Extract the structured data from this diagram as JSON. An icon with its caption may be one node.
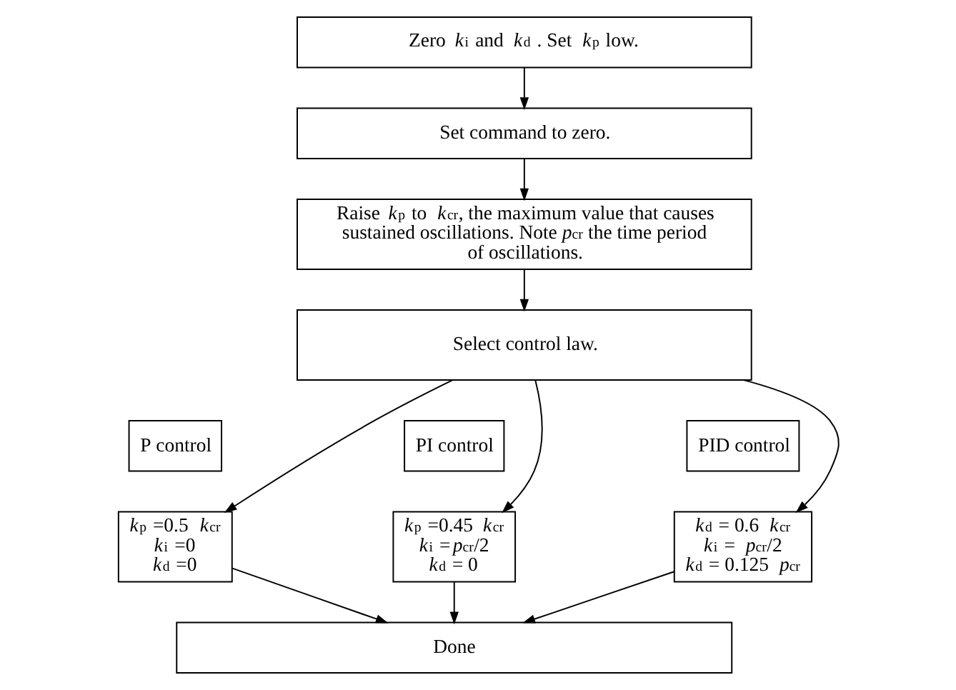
{
  "diagram": {
    "nodes": [
      {
        "text": [
          "Zero *k*$_{i}$ and *k*$_{d}$ . Set *k*$_{p}$ low."
        ]
      },
      {
        "text": [
          "Set command to zero."
        ]
      },
      {
        "text": [
          "Raise *k*$_{p}$ to *k*$_{cr}$, the maximum value that causes sustained oscillations. Note *p*$_{cr}$ the time period of oscillations."
        ]
      },
      {
        "text": [
          "Select control law."
        ]
      },
      {
        "text": [
          "P control"
        ]
      },
      {
        "text": [
          "*k*$_{p}$ =0.5 *k*$_{cr}$",
          "*k*$_{i}$ =0",
          "*k*$_{d}$ =0"
        ]
      },
      {
        "text": [
          "PI control"
        ]
      },
      {
        "text": [
          "*k*$_{p}$ =0.45 *k*$_{cr}$",
          "*k*$_{i}$ =*p*$_{cr}$/2",
          "*k*$_{d}$ = 0"
        ]
      },
      {
        "text": [
          "PID control"
        ]
      },
      {
        "text": [
          "*k*$_{d}$ = 0.6 *k*$_{cr}$",
          "*k*$_{i}$ = *p*$_{cr}$/2",
          "*k*$_{d}$ = 0.125 *p*$_{cr}$"
        ]
      },
      {
        "text": [
          "Done"
        ]
      }
    ],
    "edges": [
      {
        "from": 0,
        "to": 1,
        "arrow": "to"
      },
      {
        "from": 1,
        "to": 2,
        "arrow": "to"
      },
      {
        "from": 2,
        "to": 3,
        "arrow": "to"
      },
      {
        "from": 3,
        "to": 5,
        "arrow": "to"
      },
      {
        "from": 3,
        "to": 7,
        "arrow": "to"
      },
      {
        "from": 3,
        "to": 9,
        "arrow": "to"
      },
      {
        "from": 5,
        "to": 10,
        "arrow": "to"
      },
      {
        "from": 7,
        "to": 10,
        "arrow": "to"
      },
      {
        "from": 9,
        "to": 10,
        "arrow": "to"
      }
    ]
  }
}
